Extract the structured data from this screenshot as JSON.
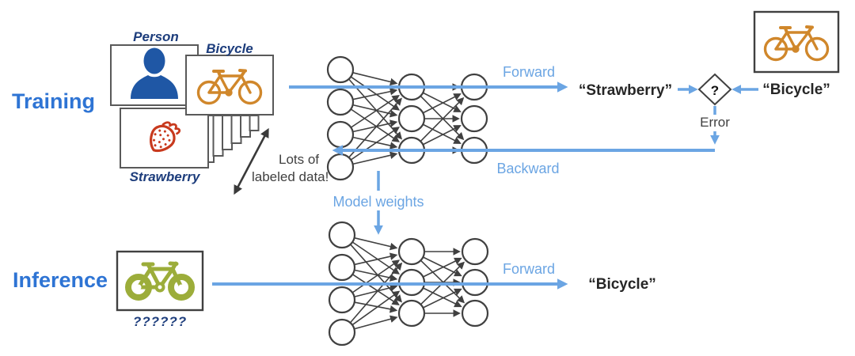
{
  "colors": {
    "flow_blue": "#6BA5E3",
    "section_blue": "#2E74D4",
    "label_navy": "#1D3D7C",
    "bicycle_orange": "#D0872B",
    "strawberry_red": "#C83A1E",
    "person_blue": "#1F57A5",
    "inference_green": "#9CAD3A",
    "line_dark": "#404040"
  },
  "training": {
    "section_label": "Training",
    "person_label": "Person",
    "bicycle_label": "Bicycle",
    "strawberry_label": "Strawberry",
    "note_line1": "Lots of",
    "note_line2": "labeled data!",
    "forward_label": "Forward",
    "backward_label": "Backward",
    "prediction_text": "“Strawberry”",
    "target_text": "“Bicycle”",
    "comparison_symbol": "?",
    "error_label": "Error",
    "model_weights_label": "Model weights"
  },
  "inference": {
    "section_label": "Inference",
    "unknown_caption": "??????",
    "forward_label": "Forward",
    "prediction_text": "“Bicycle”"
  }
}
